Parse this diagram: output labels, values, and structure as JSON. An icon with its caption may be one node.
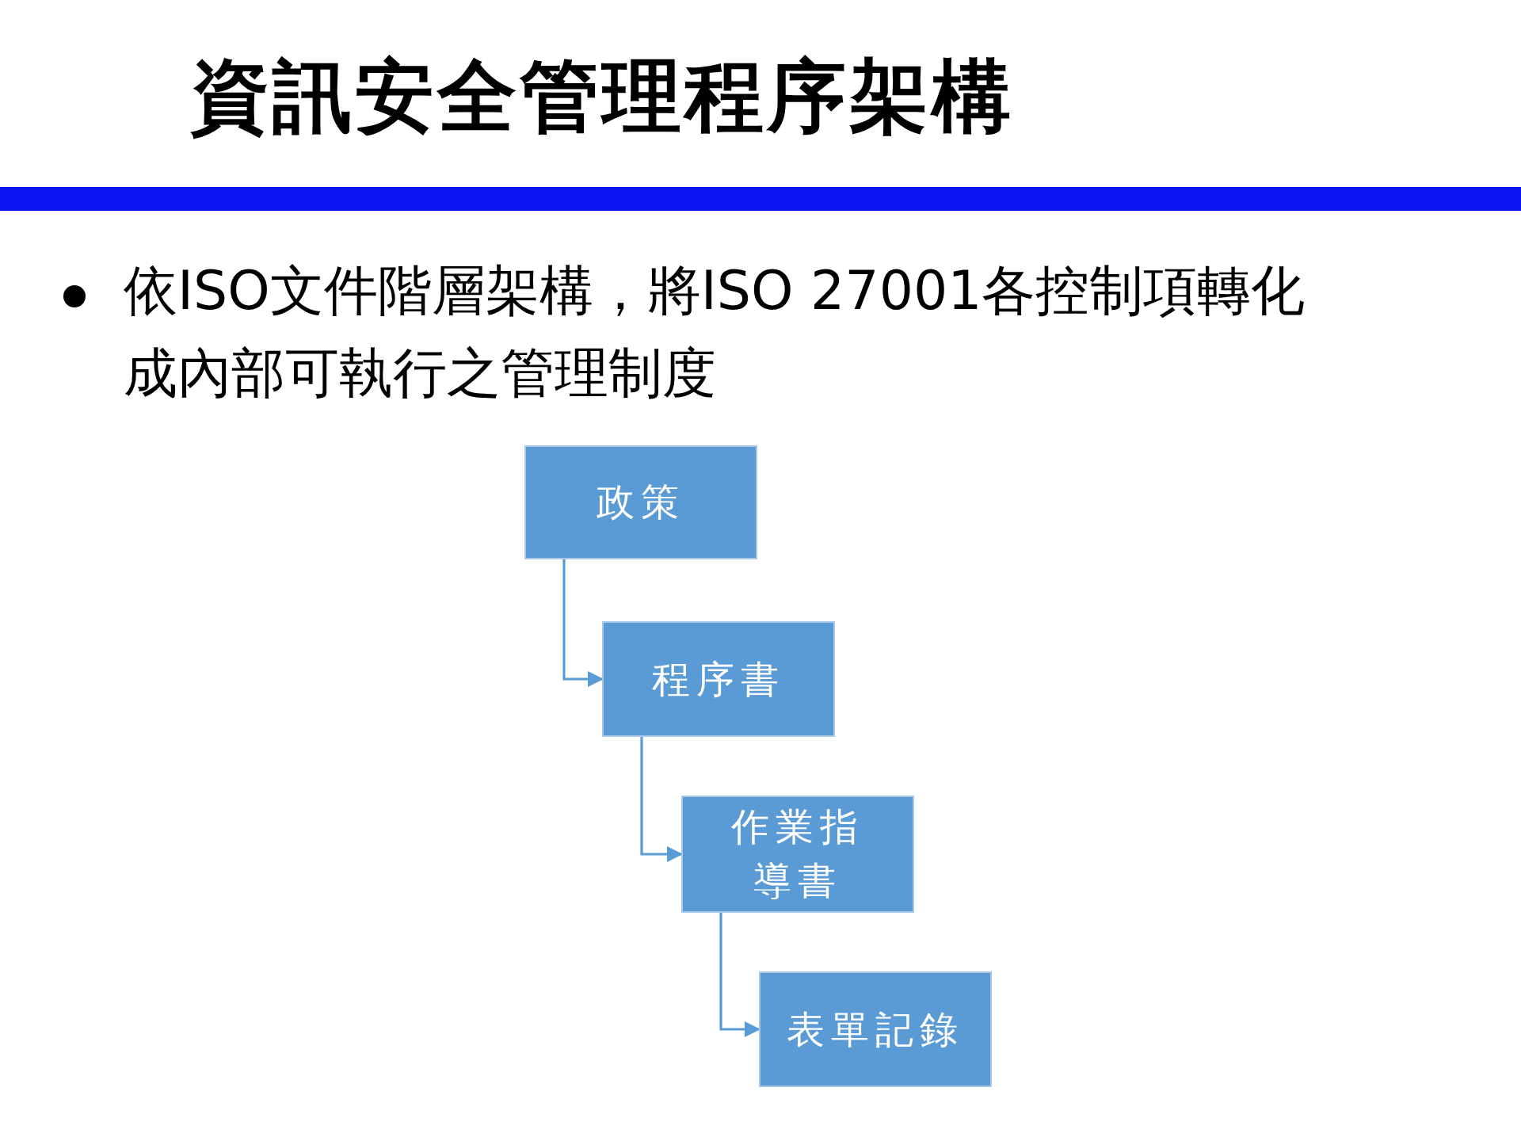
{
  "diagram": {
    "title": "資訊安全管理程序架構",
    "nodes": [
      {
        "text": [
          "政策"
        ]
      },
      {
        "text": [
          "程序書"
        ]
      },
      {
        "text": [
          "作業指導書"
        ]
      },
      {
        "text": [
          "表單記錄"
        ]
      }
    ],
    "edges": [
      {
        "from": 0,
        "to": 1,
        "arrow": "to"
      },
      {
        "from": 1,
        "to": 2,
        "arrow": "to"
      },
      {
        "from": 2,
        "to": 3,
        "arrow": "to"
      }
    ],
    "labels": [
      "依ISO文件階層架構，將ISO 27001各控制項轉化成內部可執行之管理制度"
    ]
  }
}
